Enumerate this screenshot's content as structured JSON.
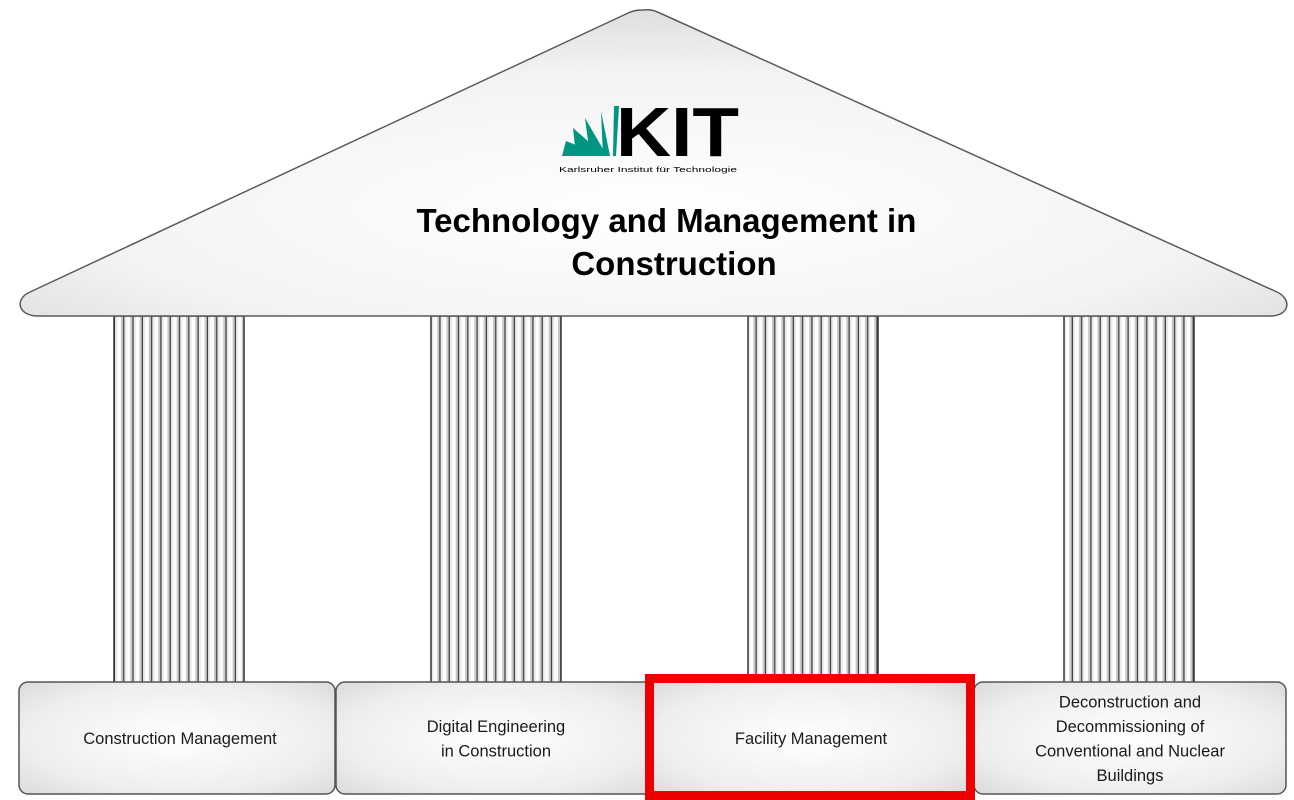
{
  "roof": {
    "title_lines": [
      "Technology and Management in",
      "Construction"
    ]
  },
  "logo": {
    "letters": "KIT",
    "subtitle": "Karlsruher Institut für Technologie",
    "accent_color": "#009682"
  },
  "pillars": [
    {
      "label_lines": [
        "Construction Management"
      ],
      "highlighted": false
    },
    {
      "label_lines": [
        "Digital Engineering",
        "in Construction"
      ],
      "highlighted": false
    },
    {
      "label_lines": [
        "Facility Management"
      ],
      "highlighted": true
    },
    {
      "label_lines": [
        "Deconstruction and",
        "Decommissioning of",
        "Conventional and Nuclear",
        "Buildings"
      ],
      "highlighted": false
    }
  ],
  "colors": {
    "highlight_border": "#ee0000",
    "outline": "#555555",
    "fill_light": "#fafafa",
    "fill_dark": "#dedede"
  }
}
